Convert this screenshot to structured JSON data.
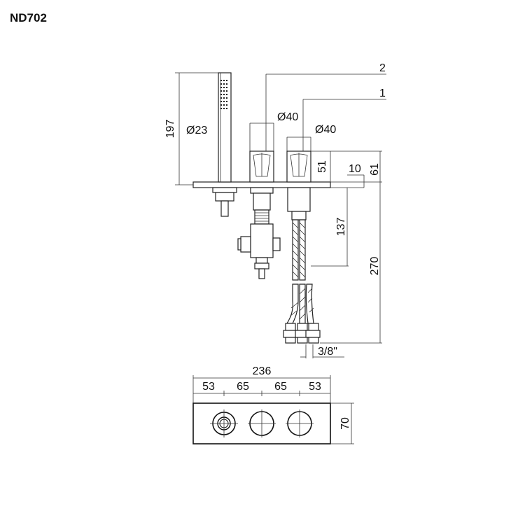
{
  "title": "ND702",
  "callouts": {
    "item1": "1",
    "item2": "2"
  },
  "front_view": {
    "height_total": "197",
    "shower_dia": "Ø23",
    "knob2_dia": "Ø40",
    "knob1_dia": "Ø40",
    "knob_height": "51",
    "deck_thickness": "10",
    "above_deck": "61",
    "hose_length": "137",
    "below_deck": "270",
    "connection": "3/8\""
  },
  "top_view": {
    "width_total": "236",
    "segments": [
      "53",
      "65",
      "65",
      "53"
    ],
    "depth": "70"
  }
}
